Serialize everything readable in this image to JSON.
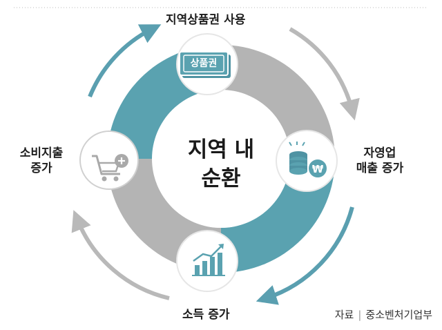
{
  "diagram": {
    "center": {
      "line1": "지역 내",
      "line2": "순환"
    },
    "stages": {
      "top": {
        "label": "지역상품권 사용",
        "badge": "상품권"
      },
      "right": {
        "line1": "자영업",
        "line2": "매출 증가"
      },
      "bottom": {
        "label": "소득 증가"
      },
      "left": {
        "line1": "소비지출",
        "line2": "증가"
      }
    },
    "source": {
      "label": "자료",
      "value": "중소벤처기업부"
    },
    "colors": {
      "teal": "#5aa2b0",
      "gray": "#b4b4b4",
      "arrow_teal": "#5a9fb0",
      "arrow_gray": "#b9b9b9"
    },
    "icons": [
      "gift-voucher-icon",
      "coin-stack-icon",
      "bar-growth-chart-icon",
      "shopping-cart-add-icon"
    ]
  }
}
